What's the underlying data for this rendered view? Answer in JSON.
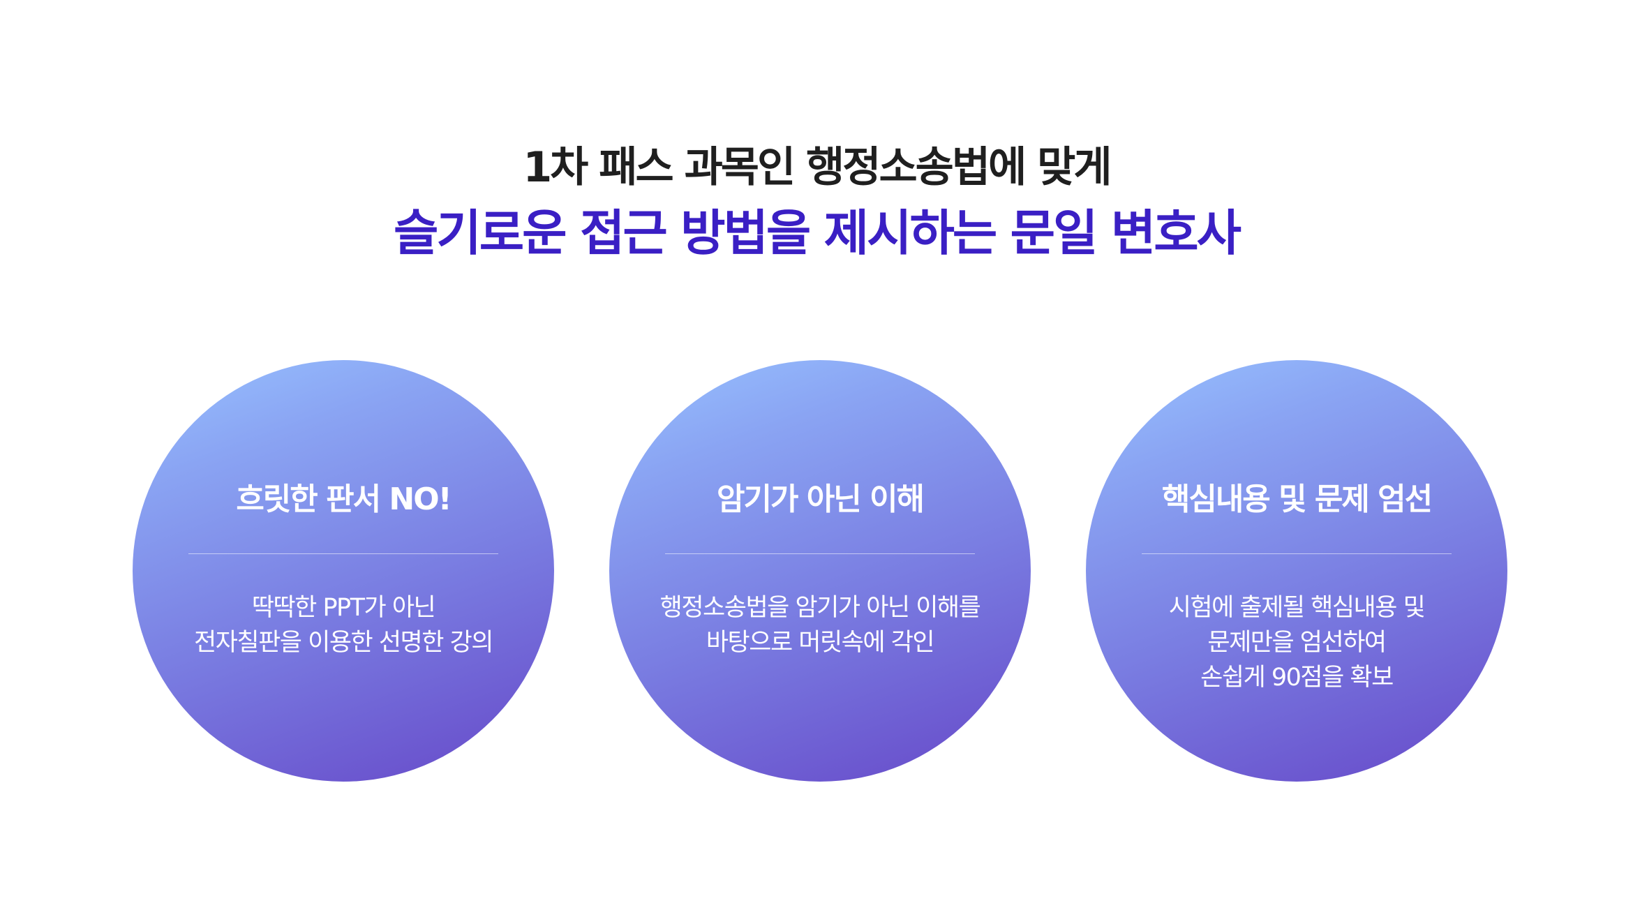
{
  "heading": {
    "line1": "1차 패스 과목인 행정소송법에 맞게",
    "line2": "슬기로운 접근 방법을 제시하는 문일 변호사"
  },
  "features": [
    {
      "title": "흐릿한 판서 NO!",
      "desc": [
        "딱딱한 PPT가 아닌",
        "전자칠판을 이용한 선명한 강의"
      ]
    },
    {
      "title": "암기가 아닌 이해",
      "desc": [
        "행정소송법을 암기가 아닌 이해를",
        "바탕으로 머릿속에 각인"
      ]
    },
    {
      "title": "핵심내용 및 문제 엄선",
      "desc": [
        "시험에 출제될 핵심내용 및",
        "문제만을 엄선하여",
        "손쉽게 90점을 확보"
      ]
    }
  ],
  "colors": {
    "heading_dark": "#1f1f1f",
    "heading_accent": "#3a1fc4",
    "circle_gradient_top": "#98c2ff",
    "circle_gradient_bottom": "#6648c8"
  }
}
